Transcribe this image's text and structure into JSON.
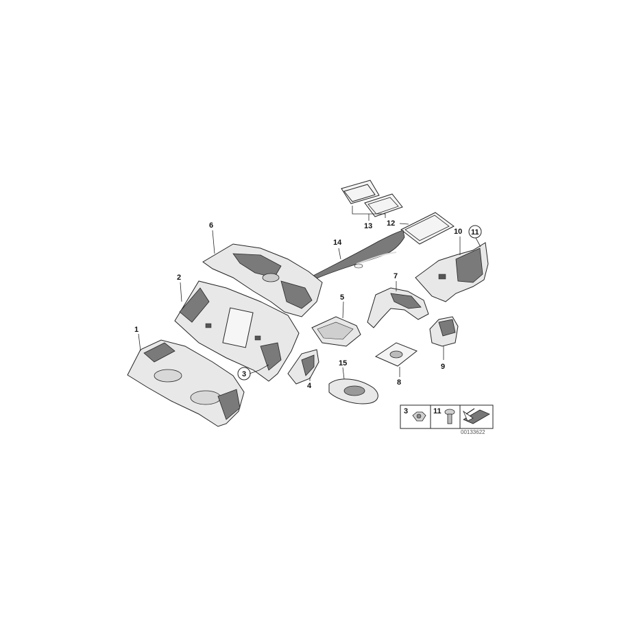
{
  "callouts": {
    "c1": "1",
    "c2": "2",
    "c3": "3",
    "c4": "4",
    "c5": "5",
    "c6": "6",
    "c7": "7",
    "c8": "8",
    "c9": "9",
    "c10": "10",
    "c11": "11",
    "c12": "12",
    "c13": "13",
    "c14": "14",
    "c15": "15"
  },
  "legend": {
    "nut_label": "3",
    "clip_label": "11"
  },
  "doc_number": "00133622",
  "colors": {
    "line": "#222222",
    "fill": "#e8e8e8",
    "shade": "#7a7a7a"
  }
}
